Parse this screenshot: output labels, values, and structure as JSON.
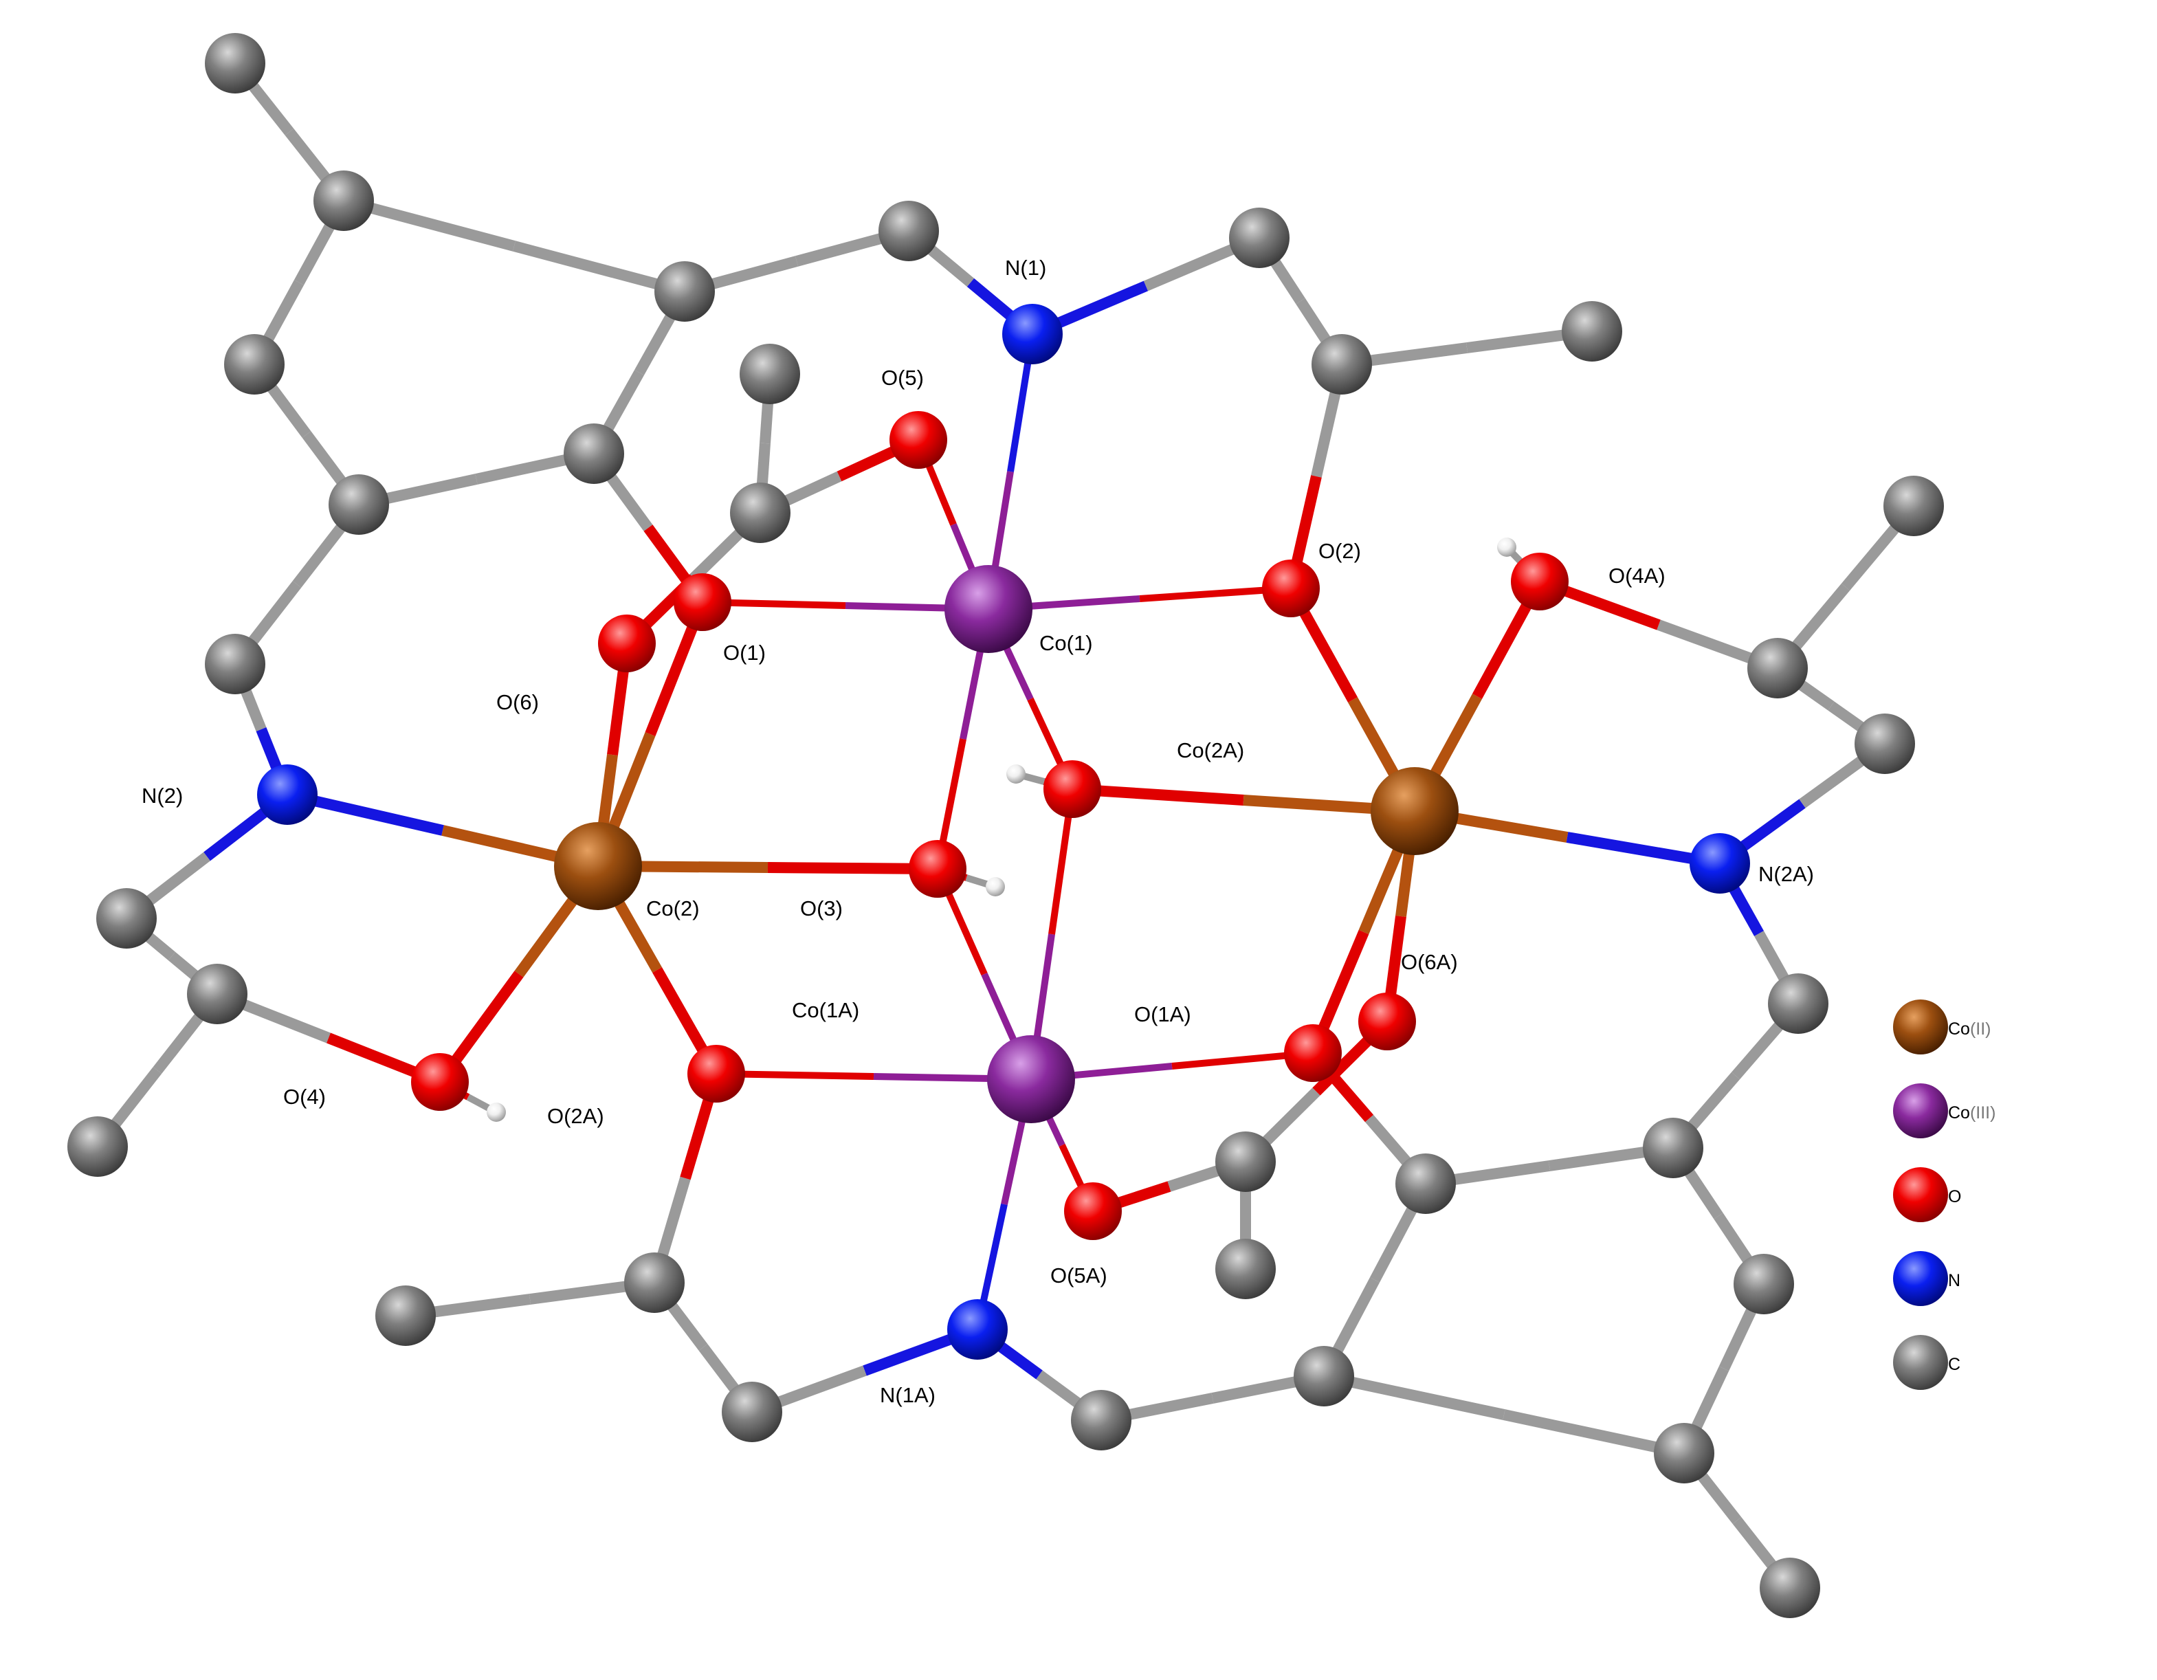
{
  "colors": {
    "bond_c": "#9a9a9a",
    "bond_o": "#e00000",
    "bond_n": "#1515e0",
    "bond_co2": "#b4520f",
    "bond_co3": "#8e1e96"
  },
  "atom_types": {
    "C": {
      "color": "#808080",
      "light": "#d8d8d8",
      "dark": "#3c3c3c"
    },
    "O": {
      "color": "#f00000",
      "light": "#ff9a9a",
      "dark": "#8a0000"
    },
    "N": {
      "color": "#0a1ff0",
      "light": "#8a9aff",
      "dark": "#000a80"
    },
    "Co2": {
      "color": "#9c4f10",
      "light": "#e6a060",
      "dark": "#4a2000"
    },
    "Co3": {
      "color": "#8a2a9e",
      "light": "#d8a0e8",
      "dark": "#3c0a48"
    },
    "H": {
      "color": "#f0f0f0",
      "light": "#ffffff",
      "dark": "#9a9a9a"
    }
  },
  "atoms": {
    "Co1": {
      "type": "Co3",
      "label": "Co(1)"
    },
    "Co1A": {
      "type": "Co3",
      "label": "Co(1A)"
    },
    "Co2": {
      "type": "Co2",
      "label": "Co(2)"
    },
    "Co2A": {
      "type": "Co2",
      "label": "Co(2A)"
    },
    "N1": {
      "type": "N",
      "label": "N(1)"
    },
    "N1A": {
      "type": "N",
      "label": "N(1A)"
    },
    "N2": {
      "type": "N",
      "label": "N(2)"
    },
    "N2A": {
      "type": "N",
      "label": "N(2A)"
    },
    "O1": {
      "type": "O",
      "label": "O(1)"
    },
    "O1A": {
      "type": "O",
      "label": "O(1A)"
    },
    "O2": {
      "type": "O",
      "label": "O(2)"
    },
    "O2A": {
      "type": "O",
      "label": "O(2A)"
    },
    "O3": {
      "type": "O",
      "label": "O(3)"
    },
    "O3A": {
      "type": "O",
      "label": ""
    },
    "O4": {
      "type": "O",
      "label": "O(4)"
    },
    "O4A": {
      "type": "O",
      "label": "O(4A)"
    },
    "O5": {
      "type": "O",
      "label": "O(5)"
    },
    "O5A": {
      "type": "O",
      "label": "O(5A)"
    },
    "O6": {
      "type": "O",
      "label": "O(6)"
    },
    "O6A": {
      "type": "O",
      "label": "O(6A)"
    },
    "Ca1": {
      "type": "C"
    },
    "Ca2": {
      "type": "C"
    },
    "Ca3": {
      "type": "C"
    },
    "Ca4": {
      "type": "C"
    },
    "Ca5": {
      "type": "C"
    },
    "Ca6": {
      "type": "C"
    },
    "Ca7": {
      "type": "C"
    },
    "Ca8": {
      "type": "C"
    },
    "Ca9": {
      "type": "C"
    },
    "Ca10": {
      "type": "C"
    },
    "Ca11": {
      "type": "C"
    },
    "Ca12": {
      "type": "C"
    },
    "Ca13": {
      "type": "C"
    },
    "Ca14": {
      "type": "C"
    },
    "Ca15": {
      "type": "C"
    },
    "Ca16": {
      "type": "C"
    },
    "Ca17": {
      "type": "C"
    },
    "Ca18": {
      "type": "C"
    },
    "Ca19": {
      "type": "C"
    },
    "Ca20": {
      "type": "C"
    },
    "Cb1": {
      "type": "C"
    },
    "Cb2": {
      "type": "C"
    },
    "Cb3": {
      "type": "C"
    },
    "Cb4": {
      "type": "C"
    },
    "Cb5": {
      "type": "C"
    },
    "Cb6": {
      "type": "C"
    },
    "Cb7": {
      "type": "C"
    },
    "Cb8": {
      "type": "C"
    },
    "Cb9": {
      "type": "C"
    },
    "Cb10": {
      "type": "C"
    },
    "Cb11": {
      "type": "C"
    },
    "Cb12": {
      "type": "C"
    },
    "Cb13": {
      "type": "C"
    },
    "Cb14": {
      "type": "C"
    },
    "Cb15": {
      "type": "C"
    },
    "Cb16": {
      "type": "C"
    },
    "Cb17": {
      "type": "C"
    },
    "Cb18": {
      "type": "C"
    },
    "Cb19": {
      "type": "C"
    },
    "Cb20": {
      "type": "C"
    },
    "H3": {
      "type": "H"
    },
    "H3A": {
      "type": "H"
    },
    "H4": {
      "type": "H"
    },
    "H4A": {
      "type": "H"
    }
  },
  "bonds": [
    [
      "Ca1",
      "Ca2"
    ],
    [
      "Ca2",
      "Ca3"
    ],
    [
      "Ca2",
      "Ca4"
    ],
    [
      "Ca4",
      "Ca5"
    ],
    [
      "Ca5",
      "Ca6"
    ],
    [
      "Ca6",
      "Ca3"
    ],
    [
      "Ca3",
      "Ca7"
    ],
    [
      "Ca7",
      "N1"
    ],
    [
      "N1",
      "Ca8"
    ],
    [
      "Ca8",
      "Ca9"
    ],
    [
      "Ca9",
      "Ca10"
    ],
    [
      "Ca9",
      "O2"
    ],
    [
      "Ca6",
      "O1"
    ],
    [
      "Ca5",
      "Ca11"
    ],
    [
      "Ca11",
      "N2"
    ],
    [
      "N2",
      "Ca12"
    ],
    [
      "Ca12",
      "Ca13"
    ],
    [
      "Ca13",
      "Ca14"
    ],
    [
      "Ca13",
      "O4"
    ],
    [
      "O4",
      "H4"
    ],
    [
      "O5",
      "Ca15"
    ],
    [
      "Ca15",
      "Ca16"
    ],
    [
      "Ca15",
      "O6"
    ],
    [
      "Cb1",
      "Cb2"
    ],
    [
      "Cb2",
      "Cb3"
    ],
    [
      "Cb2",
      "Cb4"
    ],
    [
      "Cb4",
      "Cb5"
    ],
    [
      "Cb5",
      "Cb6"
    ],
    [
      "Cb6",
      "Cb3"
    ],
    [
      "Cb3",
      "Cb7"
    ],
    [
      "Cb7",
      "N1A"
    ],
    [
      "N1A",
      "Cb8"
    ],
    [
      "Cb8",
      "Cb9"
    ],
    [
      "Cb9",
      "Cb10"
    ],
    [
      "Cb9",
      "O2A"
    ],
    [
      "Cb6",
      "O1A"
    ],
    [
      "Cb5",
      "Cb11"
    ],
    [
      "Cb11",
      "N2A"
    ],
    [
      "N2A",
      "Cb12"
    ],
    [
      "Cb12",
      "Cb13"
    ],
    [
      "Cb13",
      "Cb14"
    ],
    [
      "Cb13",
      "O4A"
    ],
    [
      "O4A",
      "H4A"
    ],
    [
      "O5A",
      "Cb15"
    ],
    [
      "Cb15",
      "Cb16"
    ],
    [
      "Cb15",
      "O6A"
    ],
    [
      "Co1",
      "N1"
    ],
    [
      "Co1",
      "O1"
    ],
    [
      "Co1",
      "O2"
    ],
    [
      "Co1",
      "O5"
    ],
    [
      "Co1",
      "O3A"
    ],
    [
      "Co1",
      "O3"
    ],
    [
      "Co1A",
      "N1A"
    ],
    [
      "Co1A",
      "O1A"
    ],
    [
      "Co1A",
      "O2A"
    ],
    [
      "Co1A",
      "O5A"
    ],
    [
      "Co1A",
      "O3"
    ],
    [
      "Co1A",
      "O3A"
    ],
    [
      "Co2",
      "N2"
    ],
    [
      "Co2",
      "O1"
    ],
    [
      "Co2",
      "O6"
    ],
    [
      "Co2",
      "O3"
    ],
    [
      "Co2",
      "O2A"
    ],
    [
      "Co2",
      "O4"
    ],
    [
      "Co2A",
      "N2A"
    ],
    [
      "Co2A",
      "O1A"
    ],
    [
      "Co2A",
      "O6A"
    ],
    [
      "Co2A",
      "O3A"
    ],
    [
      "Co2A",
      "O2"
    ],
    [
      "Co2A",
      "O4A"
    ],
    [
      "O3",
      "H3"
    ],
    [
      "O3A",
      "H3A"
    ]
  ],
  "legend": [
    {
      "type": "Co2",
      "symbol": "Co",
      "roman": "(II)"
    },
    {
      "type": "Co3",
      "symbol": "Co",
      "roman": "(III)"
    },
    {
      "type": "O",
      "symbol": "O",
      "roman": ""
    },
    {
      "type": "N",
      "symbol": "N",
      "roman": ""
    },
    {
      "type": "C",
      "symbol": "C",
      "roman": ""
    }
  ]
}
